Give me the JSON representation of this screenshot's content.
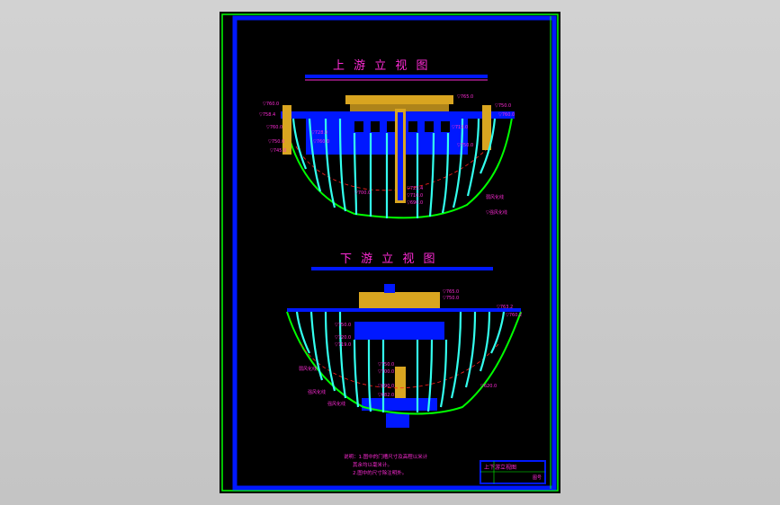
{
  "drawing": {
    "upstream_title": "上 游 立 视 图",
    "downstream_title": "下 游 立 视 图",
    "upstream_labels": {
      "l1": "▽760.0",
      "l2": "▽758.4",
      "l3": "▽760.0",
      "l4": "▽750.0",
      "l5": "▽760.0",
      "l6": "▽745.0",
      "r1": "▽765.0",
      "r2": "▽750.0",
      "r3": "▽760.0",
      "r4": "▽750.0",
      "m1": "▽728.0",
      "m2": "▽719.0",
      "m3": "▽700.0",
      "m4": "▽722.4",
      "m5": "▽710.0",
      "m6": "▽690.0",
      "b1": "弱风化线",
      "b2": "▽强风化线"
    },
    "downstream_labels": {
      "r1": "▽765.0",
      "r2": "▽750.0",
      "r3": "▽763.2",
      "r4": "▽760.2",
      "l1": "▽750.0",
      "l2": "▽720.0",
      "l3": "▽719.0",
      "m1": "▽750.0",
      "m2": "▽700.0",
      "m3": "▽690.0",
      "m4": "▽682.0",
      "b1": "弱风化线",
      "b2": "强风化线",
      "b3": "▽620.0",
      "b4": "强风化线"
    },
    "notes": {
      "line1": "说明：1.图中的门槽尺寸及高程以米计",
      "line2": "其余均以毫米计。",
      "line3": "2.图中的尺寸除注明外。"
    },
    "title_block": {
      "title": "上下游立视图",
      "sub": "图号"
    }
  },
  "colors": {
    "frame_blue": "#0018ff",
    "green": "#00ff00",
    "cyan": "#33ffee",
    "magenta": "#ff2bd6",
    "orange": "#d9a520",
    "red": "#ff2020"
  }
}
